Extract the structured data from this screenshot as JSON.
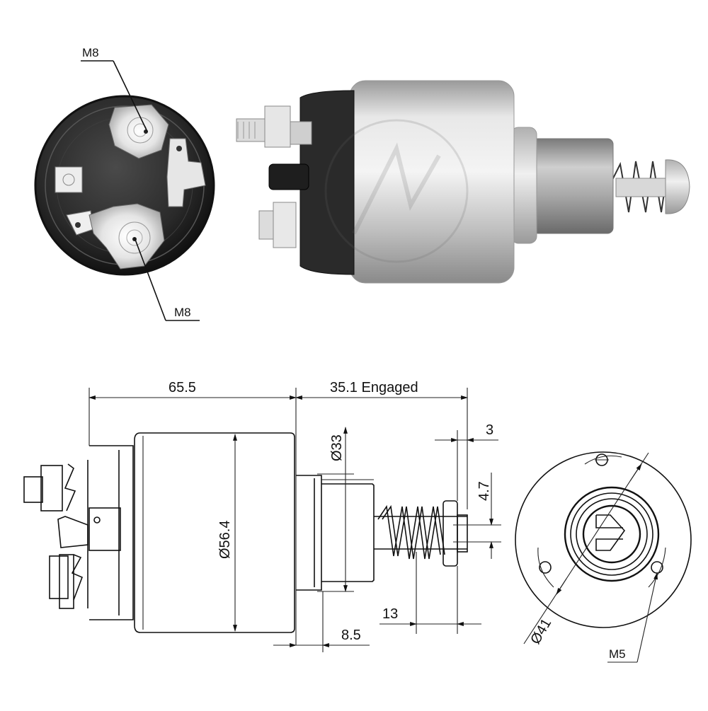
{
  "figure": {
    "subject": "Starter solenoid switch",
    "views": {
      "end_photo": {
        "callouts": [
          {
            "id": "top-terminal",
            "label": "M8"
          },
          {
            "id": "bottom-terminal",
            "label": "M8"
          }
        ]
      },
      "side_photo": {
        "description": "Side view photo of solenoid with terminals, body, plunger and spring"
      },
      "side_drawing": {
        "dimensions": {
          "body_length": "65.5",
          "plunger_travel": "35.1 Engaged",
          "body_diameter": "Ø56.4",
          "neck_diameter": "Ø33",
          "flange_offset": "8.5",
          "spring_length": "13",
          "tip_thickness": "3",
          "tip_diameter": "4.7"
        }
      },
      "end_drawing": {
        "dimensions": {
          "bolt_circle": "Ø41",
          "mounting_thread": "M5"
        }
      }
    },
    "colors": {
      "line": "#111111",
      "housing": "#c8c8c8",
      "cap": "#2a2a2a",
      "background": "#ffffff"
    }
  }
}
